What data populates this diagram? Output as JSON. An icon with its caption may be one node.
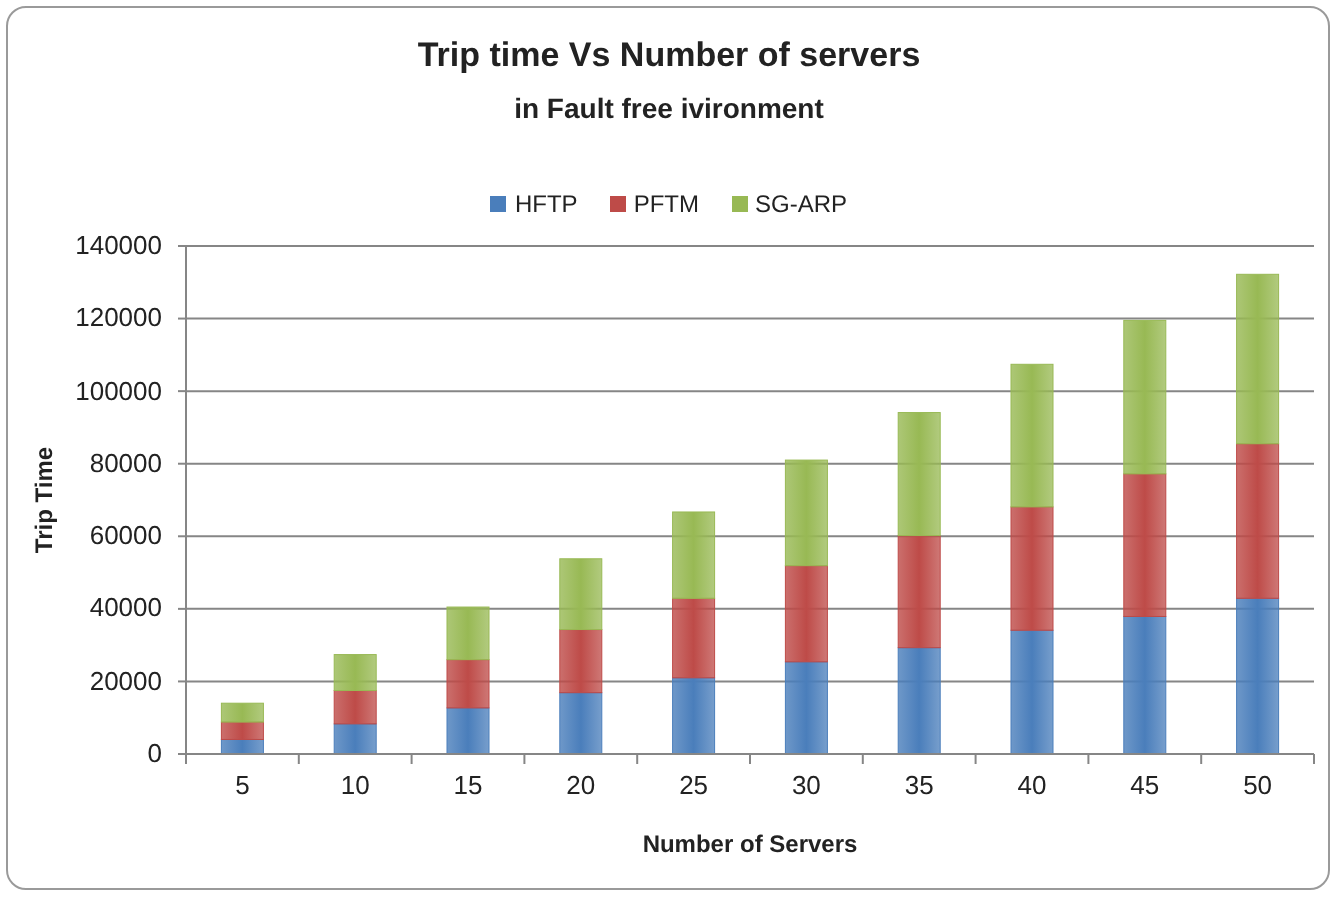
{
  "diagram": {
    "title": "Trip time Vs Number of servers",
    "labels": [
      "in Fault free ivironment"
    ],
    "chart_data": {
      "type": "bar",
      "stacked": true,
      "orientation": "vertical",
      "xlabel": "Number of Servers",
      "ylabel": "Trip Time",
      "categories": [
        "5",
        "10",
        "15",
        "20",
        "25",
        "30",
        "35",
        "40",
        "45",
        "50"
      ],
      "series": [
        {
          "name": "HFTP",
          "color": "#4a7ebb",
          "values": [
            4000,
            8300,
            12700,
            16900,
            21000,
            25400,
            29300,
            34100,
            37900,
            42900
          ]
        },
        {
          "name": "PFTM",
          "color": "#be4b48",
          "values": [
            4800,
            9200,
            13300,
            17400,
            21900,
            26500,
            30900,
            34000,
            39300,
            42600
          ]
        },
        {
          "name": "SG-ARP",
          "color": "#98b954",
          "values": [
            5200,
            9900,
            14500,
            19500,
            23800,
            29100,
            33900,
            39300,
            42300,
            46700
          ]
        }
      ],
      "ylim": [
        0,
        140000
      ],
      "grid": true,
      "legend": "top",
      "yticks": [
        0,
        20000,
        40000,
        60000,
        80000,
        100000,
        120000,
        140000
      ]
    }
  }
}
